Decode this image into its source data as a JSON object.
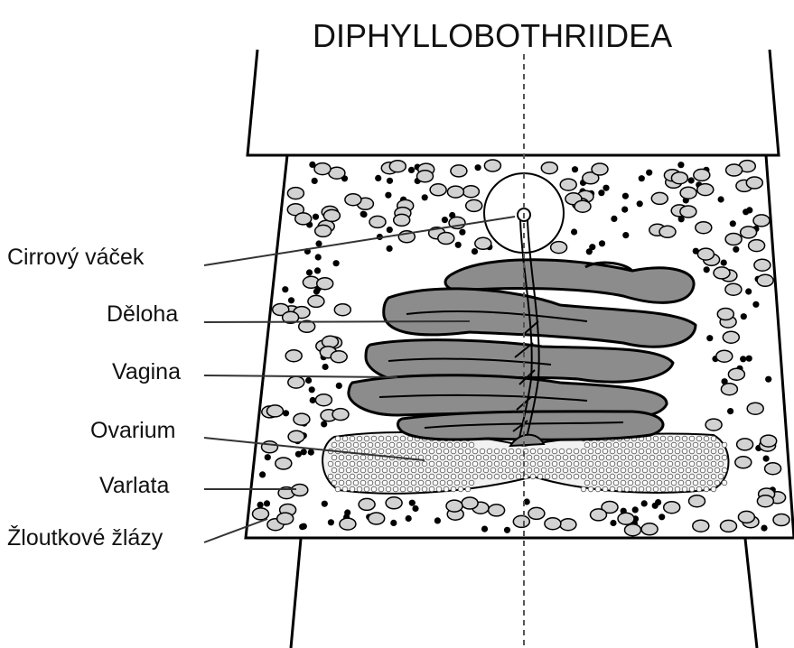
{
  "title": "DIPHYLLOBOTHRIIDEA",
  "labels": [
    {
      "id": "cirrus-sac",
      "text": "Cirrový váček"
    },
    {
      "id": "uterus",
      "text": "Děloha"
    },
    {
      "id": "vagina",
      "text": "Vagina"
    },
    {
      "id": "ovary",
      "text": "Ovarium"
    },
    {
      "id": "testes",
      "text": "Varlata"
    },
    {
      "id": "vitellaria",
      "text": "Žloutkové žlázy"
    }
  ],
  "colors": {
    "outline": "#000000",
    "uterus_fill": "#8c8c8c",
    "testes_fill": "#d2d2d2",
    "ovary_fill": "#f2f2f2"
  }
}
